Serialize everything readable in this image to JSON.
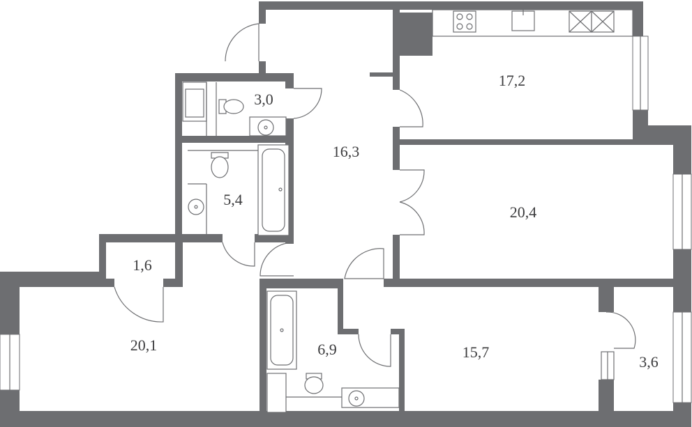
{
  "rooms": [
    {
      "id": "kitchen",
      "area": "17,2"
    },
    {
      "id": "hall",
      "area": "16,3"
    },
    {
      "id": "wc",
      "area": "3,0"
    },
    {
      "id": "bathroom-1",
      "area": "5,4"
    },
    {
      "id": "bedroom-1",
      "area": "20,4"
    },
    {
      "id": "closet",
      "area": "1,6"
    },
    {
      "id": "living-room",
      "area": "20,1"
    },
    {
      "id": "bathroom-2",
      "area": "6,9"
    },
    {
      "id": "bedroom-2",
      "area": "15,7"
    },
    {
      "id": "storage",
      "area": "3,6"
    }
  ],
  "colors": {
    "wall": "#6d6e71",
    "text": "#3b3b3d",
    "background": "#ffffff"
  }
}
